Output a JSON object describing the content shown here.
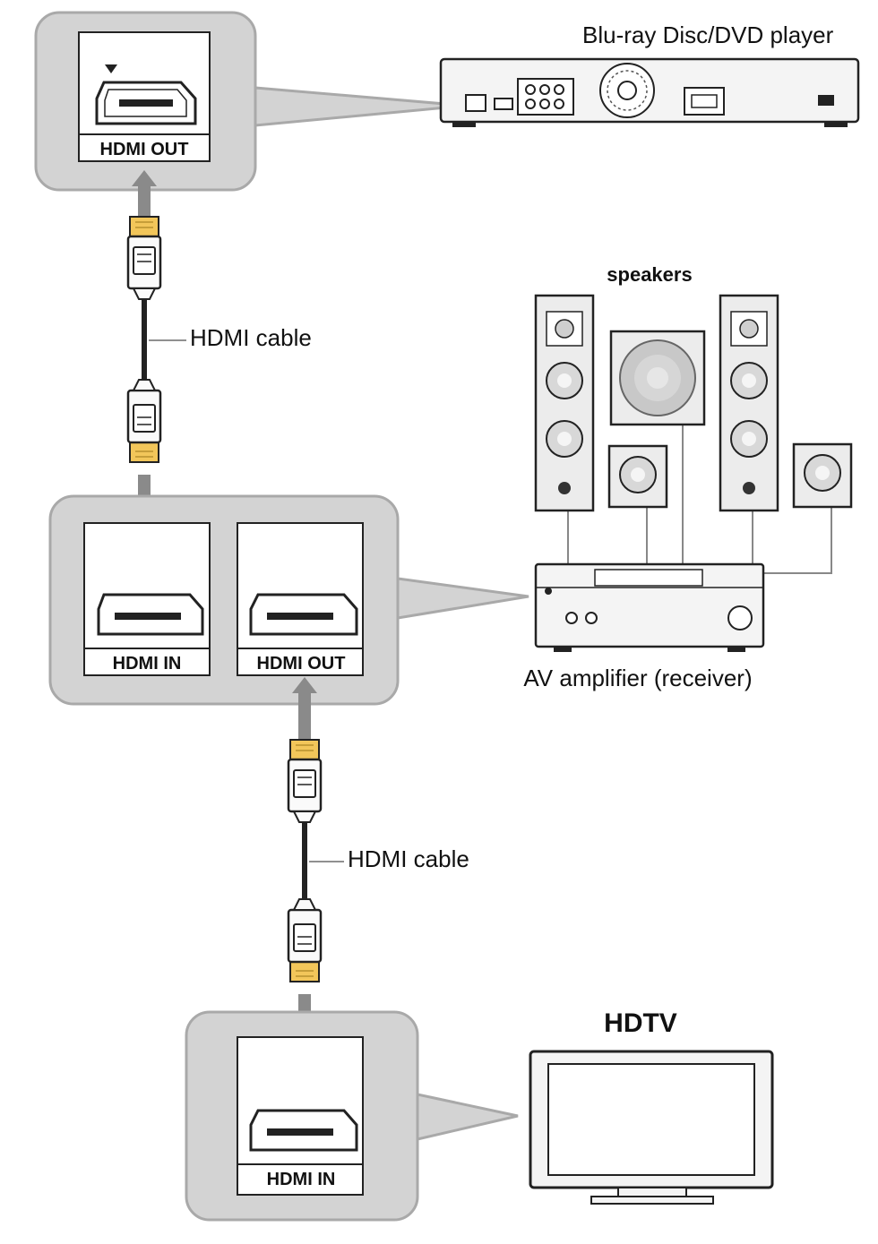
{
  "labels": {
    "player": "Blu-ray Disc/DVD player",
    "speakers": "speakers",
    "amplifier": "AV amplifier (receiver)",
    "tv": "HDTV",
    "cable_top": "HDMI cable",
    "cable_bottom": "HDMI cable"
  },
  "ports": {
    "player_out": "HDMI OUT",
    "amp_in": "HDMI IN",
    "amp_out": "HDMI OUT",
    "tv_in": "HDMI IN"
  },
  "colors": {
    "callout_fill": "#d3d3d3",
    "callout_stroke": "#a9a9a9",
    "arrow": "#8a8a8a",
    "connector_gold": "#f2c65a",
    "device_fill": "#f4f4f4",
    "line": "#222222"
  }
}
